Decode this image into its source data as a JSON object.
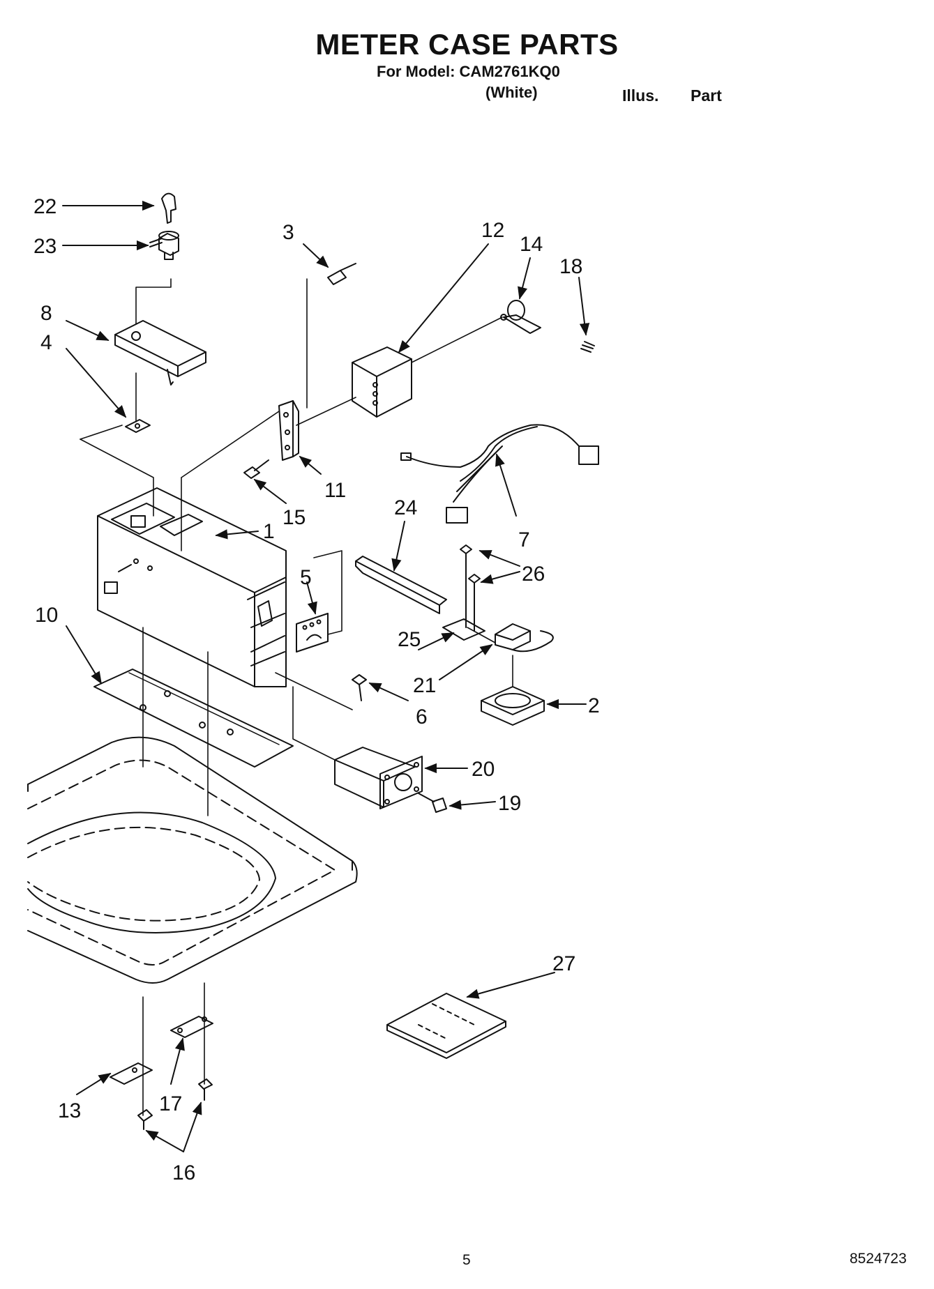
{
  "header": {
    "title": "METER CASE PARTS",
    "model": "For Model: CAM2761KQ0",
    "color": "(White)",
    "col_illus": "Illus.",
    "col_part": "Part"
  },
  "footer": {
    "page_number": "5",
    "doc_number": "8524723"
  },
  "callouts": {
    "c1": "1",
    "c2": "2",
    "c3": "3",
    "c4": "4",
    "c5": "5",
    "c6": "6",
    "c7": "7",
    "c8": "8",
    "c10": "10",
    "c11": "11",
    "c12": "12",
    "c13": "13",
    "c14": "14",
    "c15": "15",
    "c16": "16",
    "c17": "17",
    "c18": "18",
    "c19": "19",
    "c20": "20",
    "c21": "21",
    "c22": "22",
    "c23": "23",
    "c24": "24",
    "c25": "25",
    "c26": "26",
    "c27": "27"
  }
}
